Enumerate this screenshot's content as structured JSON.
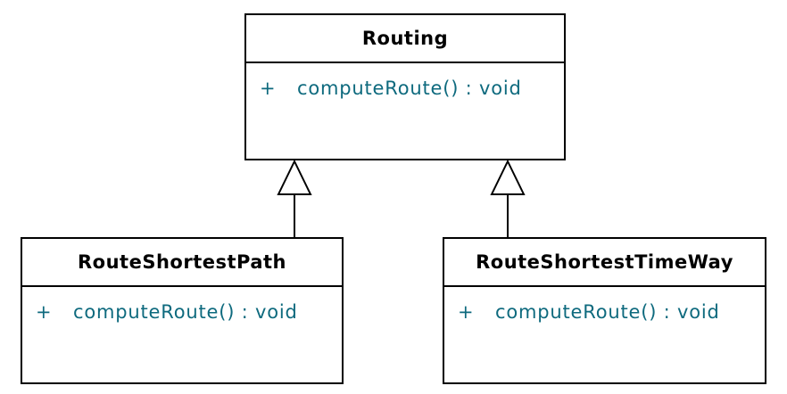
{
  "diagram": {
    "kind": "uml-class-diagram",
    "classes": [
      {
        "name": "Routing",
        "methods": [
          {
            "visibility": "+",
            "signature": "computeRoute() : void"
          }
        ]
      },
      {
        "name": "RouteShortestPath",
        "methods": [
          {
            "visibility": "+",
            "signature": "computeRoute() : void"
          }
        ]
      },
      {
        "name": "RouteShortestTimeWay",
        "methods": [
          {
            "visibility": "+",
            "signature": "computeRoute() : void"
          }
        ]
      }
    ],
    "relations": [
      {
        "type": "generalization",
        "from": "RouteShortestPath",
        "to": "Routing"
      },
      {
        "type": "generalization",
        "from": "RouteShortestTimeWay",
        "to": "Routing"
      }
    ],
    "colors": {
      "background": "#ffffff",
      "box_fill": "#ffffff",
      "box_border": "#000000",
      "class_name_text": "#000000",
      "method_text": "#0e6a7e"
    }
  }
}
